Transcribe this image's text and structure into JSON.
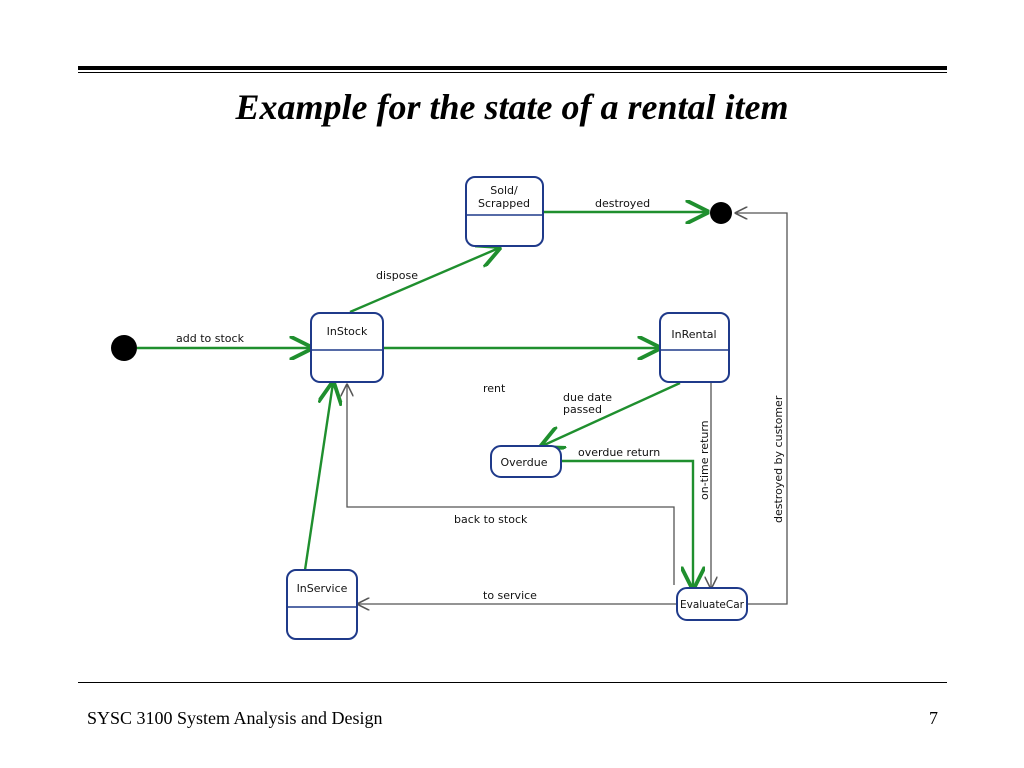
{
  "slide": {
    "title": "Example for the state of a rental item",
    "footer_left": "SYSC 3100 System Analysis and Design",
    "page_number": "7"
  },
  "diagram": {
    "states": {
      "sold": [
        "Sold/",
        "Scrapped"
      ],
      "instock": "InStock",
      "inrental": "InRental",
      "overdue": "Overdue",
      "inservice": "InService",
      "evaluate": "EvaluateCar"
    },
    "transitions": {
      "add_to_stock": "add to stock",
      "dispose": "dispose",
      "destroyed": "destroyed",
      "rent": "rent",
      "due_date_passed": [
        "due date",
        "passed"
      ],
      "overdue_return": "overdue return",
      "on_time_return": "on-time return",
      "destroyed_by_customer": "destroyed by customer",
      "back_to_stock": "back to stock",
      "to_service": "to service"
    },
    "colors": {
      "state_border": "#1f3a8a",
      "transition_green": "#1f8f2e",
      "transition_gray": "#555555",
      "node_black": "#000000"
    }
  }
}
